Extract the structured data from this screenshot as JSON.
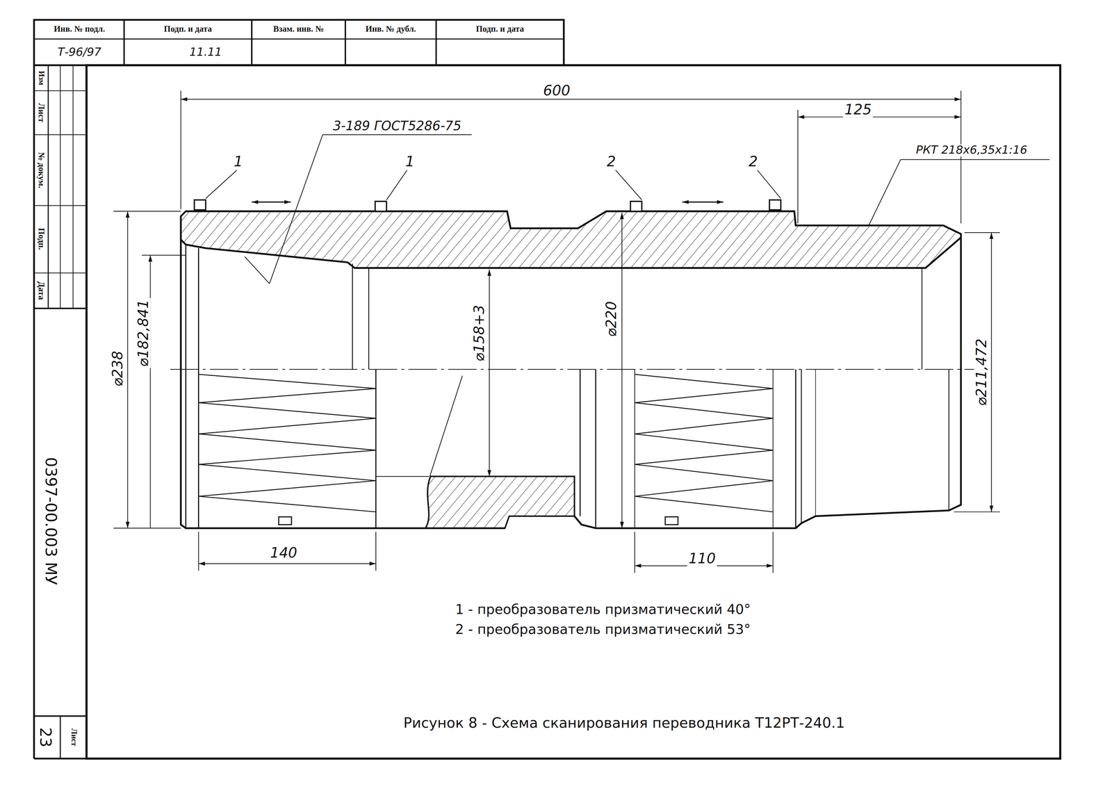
{
  "diagram": {
    "caption": "Рисунок 8 - Схема сканирования переводника Т12РТ-240.1",
    "labels": [
      "Инв. № подл.",
      "Подп. и дата",
      "Взам. инв. №",
      "Инв. № дубл.",
      "Подп. и дата",
      "Т-96/97",
      "11.11",
      "Изм",
      "Лист",
      "№ докум.",
      "Подп.",
      "Дата",
      "0397-00.003 МУ",
      "Лист",
      "23",
      "600",
      "125",
      "3-189 ГОСТ5286-75",
      "РКТ 218х6,35х1:16",
      "1",
      "1",
      "2",
      "2",
      "⌀238",
      "⌀182,841",
      "⌀158+3",
      "⌀220",
      "⌀211,472",
      "140",
      "110",
      "1 - преобразователь призматический 40°",
      "2 - преобразователь призматический 53°"
    ]
  }
}
